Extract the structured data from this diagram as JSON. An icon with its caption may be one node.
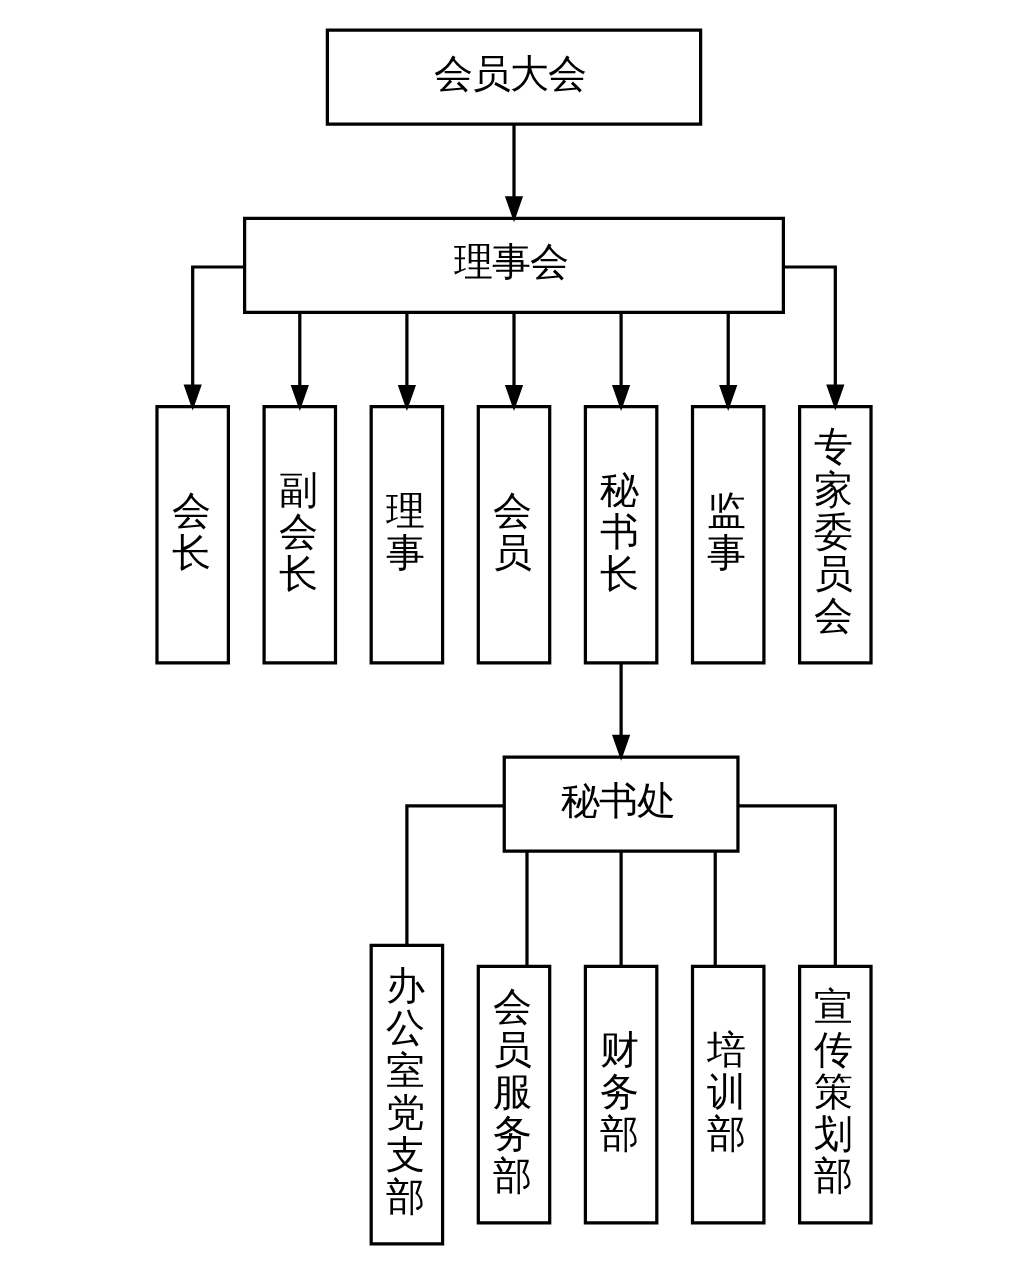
{
  "diagram": {
    "nodes": [
      {
        "text": [
          "会员大会"
        ]
      },
      {
        "text": [
          "理事会"
        ]
      },
      {
        "text": [
          "会长"
        ]
      },
      {
        "text": [
          "副会长"
        ]
      },
      {
        "text": [
          "理事"
        ]
      },
      {
        "text": [
          "会员"
        ]
      },
      {
        "text": [
          "秘书长"
        ]
      },
      {
        "text": [
          "监事"
        ]
      },
      {
        "text": [
          "专家委员会"
        ]
      },
      {
        "text": [
          "秘书处"
        ]
      },
      {
        "text": [
          "办公室党支部"
        ]
      },
      {
        "text": [
          "会员服务部"
        ]
      },
      {
        "text": [
          "财务部"
        ]
      },
      {
        "text": [
          "培训部"
        ]
      },
      {
        "text": [
          "宣传策划部"
        ]
      }
    ],
    "edges": [
      {
        "from": 0,
        "to": 1,
        "arrow": "to"
      },
      {
        "from": 1,
        "to": 2,
        "arrow": "to"
      },
      {
        "from": 1,
        "to": 3,
        "arrow": "to"
      },
      {
        "from": 1,
        "to": 4,
        "arrow": "to"
      },
      {
        "from": 1,
        "to": 5,
        "arrow": "to"
      },
      {
        "from": 1,
        "to": 6,
        "arrow": "to"
      },
      {
        "from": 1,
        "to": 7,
        "arrow": "to"
      },
      {
        "from": 1,
        "to": 8,
        "arrow": "to"
      },
      {
        "from": 6,
        "to": 9,
        "arrow": "to"
      },
      {
        "from": 9,
        "to": 10,
        "arrow": "none"
      },
      {
        "from": 9,
        "to": 11,
        "arrow": "none"
      },
      {
        "from": 9,
        "to": 12,
        "arrow": "none"
      },
      {
        "from": 9,
        "to": 13,
        "arrow": "none"
      },
      {
        "from": 9,
        "to": 14,
        "arrow": "none"
      }
    ]
  }
}
